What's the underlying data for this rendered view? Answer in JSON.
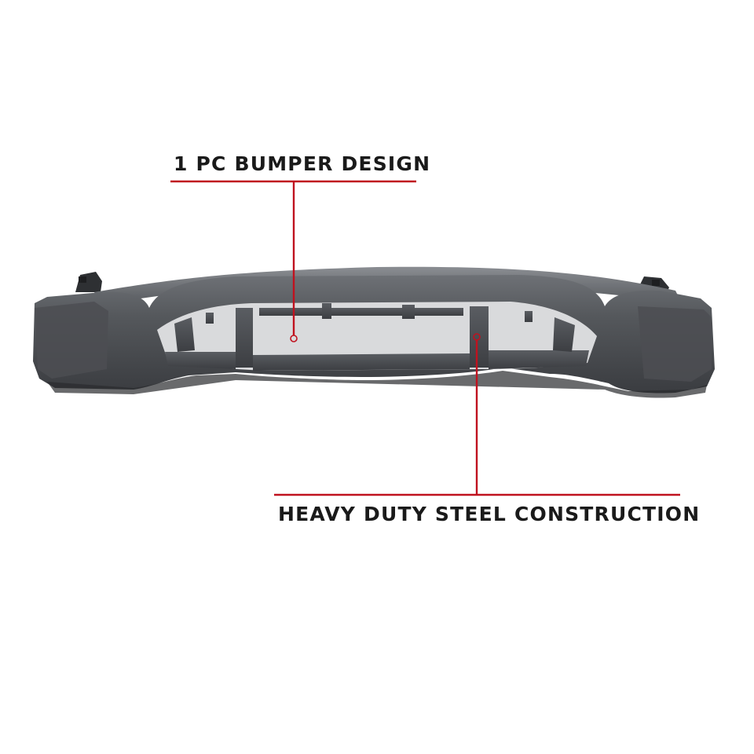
{
  "callouts": {
    "top": {
      "text": "1 PC BUMPER DESIGN"
    },
    "bottom": {
      "text": "HEAVY DUTY STEEL CONSTRUCTION"
    }
  },
  "colors": {
    "background": "#ffffff",
    "accent_line": "#c0121f",
    "label_text": "#1a1a1a",
    "bumper_body": "#4a4c50",
    "bumper_highlight": "#7a7d82",
    "bumper_shadow": "#2a2b2e"
  },
  "product": {
    "name_icon": "front-bumper-illustration"
  }
}
